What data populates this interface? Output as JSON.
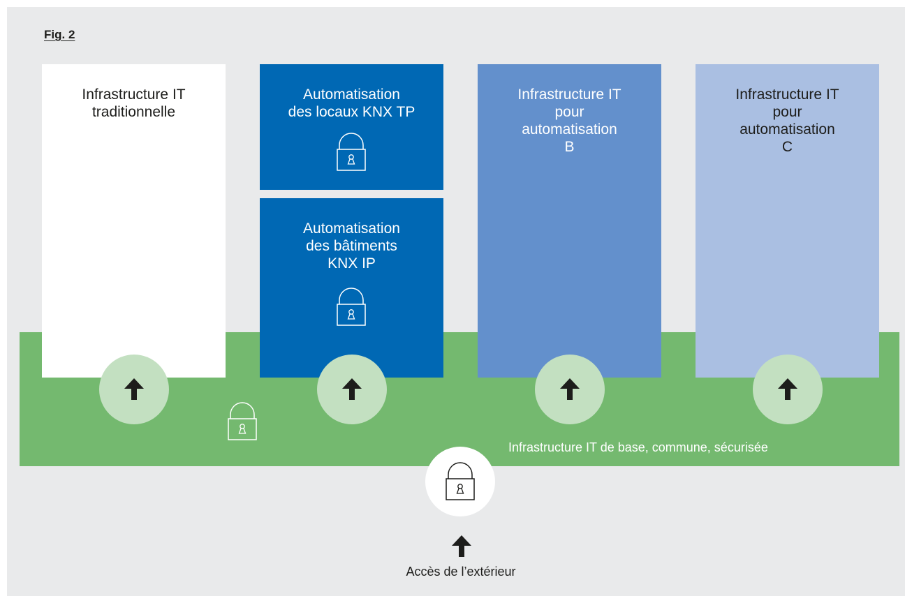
{
  "figure": {
    "label": "Fig. 2"
  },
  "columns": {
    "traditional": {
      "title": "Infrastructure IT\ntraditionnelle"
    },
    "knx_tp": {
      "title": "Automatisation\ndes locaux KNX TP"
    },
    "knx_ip": {
      "title": "Automatisation\ndes bâtiments\nKNX IP"
    },
    "automation_b": {
      "title": "Infrastructure IT\npour\nautomatisation\nB"
    },
    "automation_c": {
      "title": "Infrastructure IT\npour\nautomatisation\nC"
    }
  },
  "base": {
    "label": "Infrastructure IT de base, commune, sécurisée"
  },
  "external_access": {
    "label": "Accès de l’extérieur"
  },
  "icons": {
    "lock": "lock-icon",
    "arrow": "arrow-up-icon"
  },
  "colors": {
    "background": "#e9eaeb",
    "base_green": "#74b96f",
    "circle_green": "#c3e0c1",
    "knx_blue": "#0068b4",
    "automation_b_blue": "#6390cc",
    "automation_c_blue": "#aabfe2",
    "traditional_white": "#ffffff"
  }
}
